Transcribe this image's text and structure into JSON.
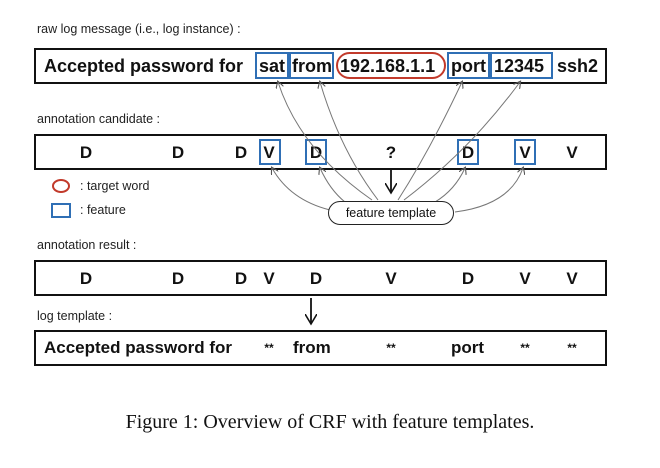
{
  "labels": {
    "raw": "raw log message (i.e., log instance) :",
    "candidate": "annotation candidate :",
    "result": "annotation result :",
    "template": "log template :"
  },
  "raw_tokens": {
    "accepted_password_for": "Accepted password for",
    "sat": "sat",
    "from": "from",
    "ip": "192.168.1.1",
    "port": "port",
    "num": "12345",
    "ssh2": "ssh2"
  },
  "candidate": [
    "D",
    "D",
    "D",
    "V",
    "D",
    "?",
    "D",
    "V",
    "V"
  ],
  "result": [
    "D",
    "D",
    "D",
    "V",
    "D",
    "V",
    "D",
    "V",
    "V"
  ],
  "template_tokens": {
    "prefix": "Accepted password for",
    "s1": "**",
    "from": "from",
    "s2": "**",
    "port": "port",
    "s3": "**",
    "s4": "**"
  },
  "legend": {
    "target": ": target word",
    "feature": ": feature"
  },
  "feature_template_label": "feature template",
  "caption": "Figure 1: Overview of CRF with feature templates.",
  "colors": {
    "feature_box": "#2f6fb5",
    "target_ellipse": "#c23a2b"
  }
}
